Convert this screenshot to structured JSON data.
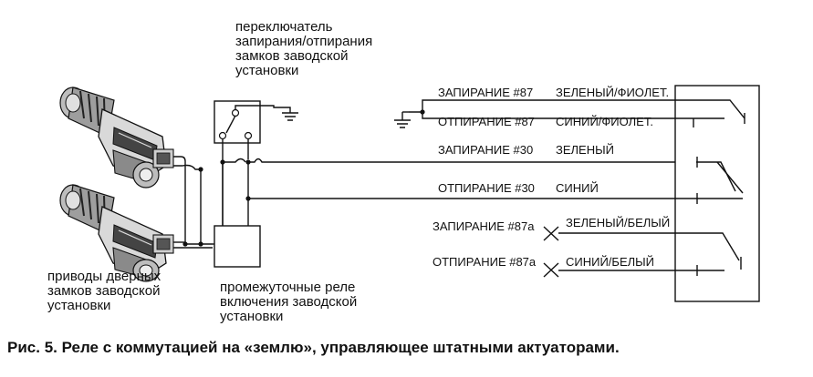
{
  "labels": {
    "switch": "переключатель\nзапирания/отпирания\nзамков заводской\nустановки",
    "actuators": "приводы дверных\nзамков заводской\nустановки",
    "relays": "промежуточные реле\nвключения заводской\nустановки"
  },
  "wires": [
    {
      "terminal": "ЗАПИРАНИЕ #87",
      "color": "ЗЕЛЕНЫЙ/ФИОЛЕТ."
    },
    {
      "terminal": "ОТПИРАНИЕ #87",
      "color": "СИНИЙ/ФИОЛЕТ."
    },
    {
      "terminal": "ЗАПИРАНИЕ #30",
      "color": "ЗЕЛЕНЫЙ"
    },
    {
      "terminal": "ОТПИРАНИЕ #30",
      "color": "СИНИЙ"
    },
    {
      "terminal": "ЗАПИРАНИЕ #87a",
      "color": "ЗЕЛЕНЫЙ/БЕЛЫЙ"
    },
    {
      "terminal": "ОТПИРАНИЕ #87a",
      "color": "СИНИЙ/БЕЛЫЙ"
    }
  ],
  "caption": "Рис. 5. Реле с коммутацией на «землю», управляющее штатными актуаторами."
}
